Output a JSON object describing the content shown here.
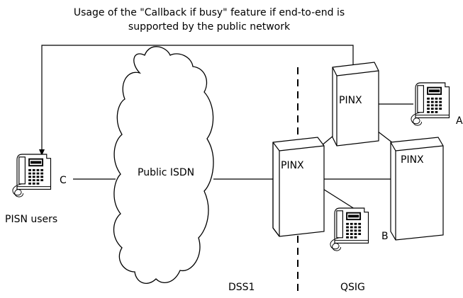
{
  "caption": {
    "line1": "Usage of the \"Callback if busy\" feature if end-to-end is",
    "line2": "supported by the public network"
  },
  "network": {
    "cloud_label": "Public ISDN",
    "dss1_label": "DSS1",
    "qsig_label": "QSIG"
  },
  "nodes": {
    "pinx_left": "PINX",
    "pinx_top": "PINX",
    "pinx_right": "PINX"
  },
  "users": {
    "c_label": "C",
    "a_label": "A",
    "b_label": "B",
    "pisn_label": "PISN users"
  },
  "icons": {
    "phone": "telephone-icon",
    "cloud": "cloud-shape",
    "box": "pinx-box"
  },
  "colors": {
    "line": "#000000",
    "background": "#ffffff"
  }
}
